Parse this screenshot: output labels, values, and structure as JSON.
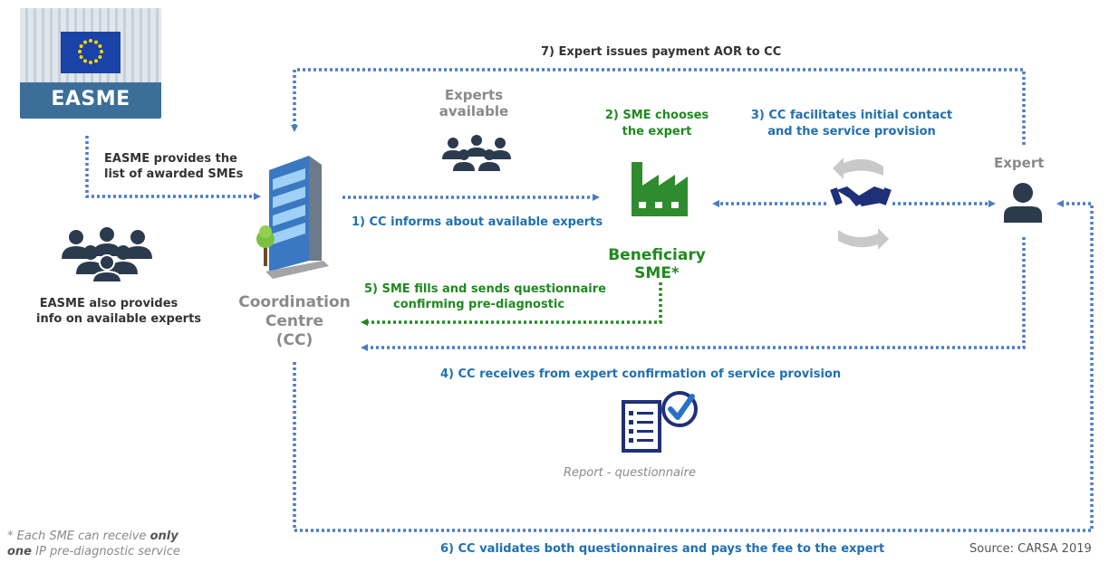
{
  "logo": {
    "name": "EASME"
  },
  "labels": {
    "step7": "7) Expert issues payment AOR to CC",
    "easme_provides_1": "EASME provides the",
    "easme_provides_2": "list of awarded SMEs",
    "experts_available_1": "Experts",
    "experts_available_2": "available",
    "step2_1": "2) SME chooses",
    "step2_2": "the expert",
    "step3_1": "3) CC facilitates initial contact",
    "step3_2": "and the service provision",
    "expert": "Expert",
    "step1": "1) CC informs about available experts",
    "beneficiary_1": "Beneficiary",
    "beneficiary_2": "SME*",
    "easme_also_1": "EASME also  provides",
    "easme_also_2": "info on available experts",
    "cc_1": "Coordination",
    "cc_2": "Centre",
    "cc_3": "(CC)",
    "step5_1": "5) SME fills and sends questionnaire",
    "step5_2": "confirming pre-diagnostic",
    "step4": "4) CC receives from expert confirmation of service provision",
    "report": "Report - questionnaire",
    "footnote_1a": "* Each SME can receive ",
    "footnote_1b": "only",
    "footnote_2a": "one",
    "footnote_2b": " IP pre-diagnostic service",
    "step6": "6) CC validates both questionnaires and pays the fee to the expert",
    "source": "Source: CARSA 2019"
  },
  "colors": {
    "blue_arrow": "#4a7bc4",
    "green_arrow": "#1f8a1f",
    "icon_dark": "#2c3a4e",
    "factory_green": "#2e8b2e",
    "handshake": "#1f2f7a"
  }
}
